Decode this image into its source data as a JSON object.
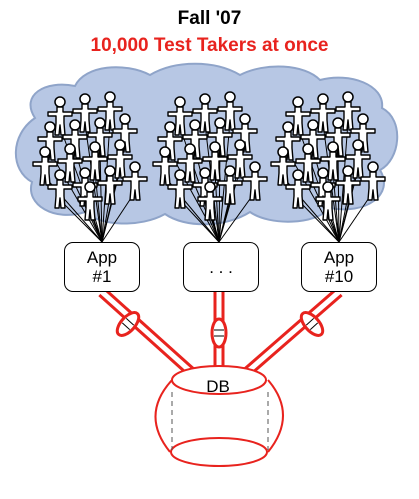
{
  "title": "Fall '07",
  "subtitle": "10,000 Test Takers at once",
  "apps": [
    {
      "line1": "App",
      "line2": "#1"
    },
    {
      "line1": ". . .",
      "line2": ""
    },
    {
      "line1": "App",
      "line2": "#10"
    }
  ],
  "db_label": "DB",
  "colors": {
    "subtitle": "#e8231e",
    "link": "#e8231e",
    "db": "#e8231e",
    "cloud_fill": "#b7c7e4",
    "cloud_stroke": "#8fa4c9"
  },
  "icons": [
    "cloud-icon",
    "person-icon",
    "database-icon"
  ]
}
